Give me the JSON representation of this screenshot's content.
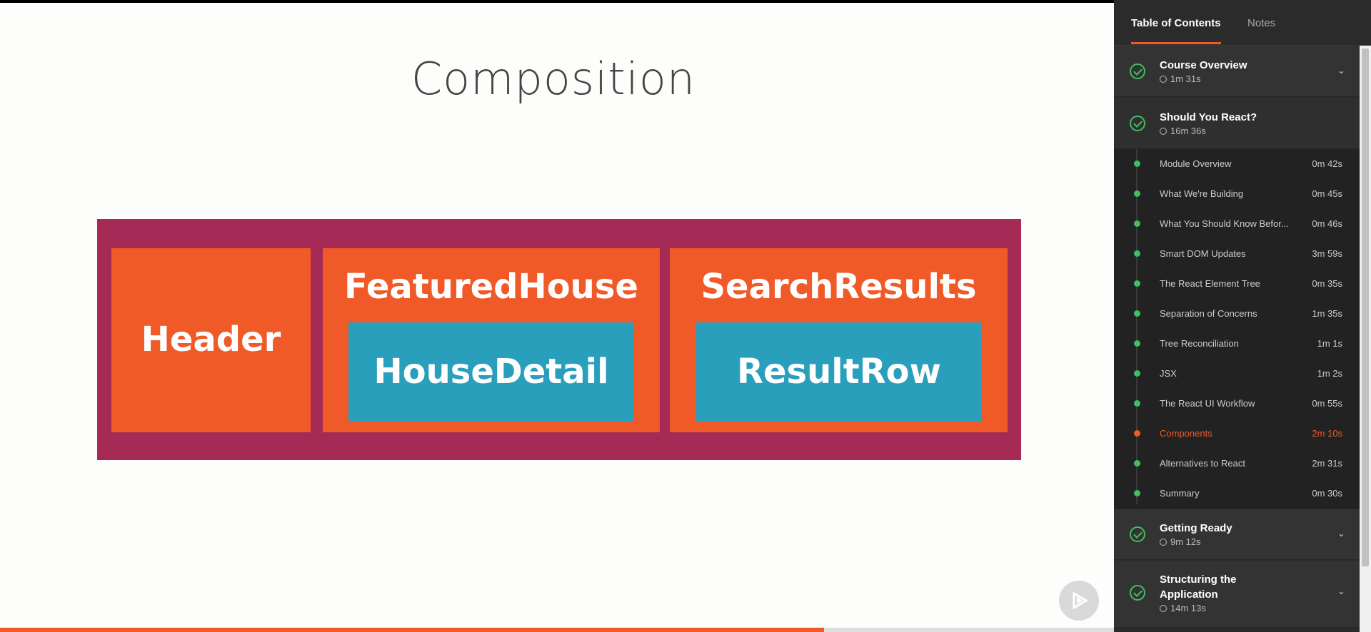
{
  "slide": {
    "title": "Composition",
    "diagram": {
      "header": "Header",
      "featured_house": "FeaturedHouse",
      "house_detail": "HouseDetail",
      "search_results": "SearchResults",
      "result_row": "ResultRow"
    },
    "colors": {
      "outer": "#a52a55",
      "component": "#f05a28",
      "child": "#2a9fbc"
    }
  },
  "progress": {
    "fraction": 0.74
  },
  "sidebar": {
    "tabs": {
      "toc": "Table of Contents",
      "notes": "Notes"
    },
    "modules": [
      {
        "title": "Course Overview",
        "duration": "1m 31s",
        "expanded": false
      },
      {
        "title": "Should You React?",
        "duration": "16m 36s",
        "expanded": true
      },
      {
        "title": "Getting Ready",
        "duration": "9m 12s",
        "expanded": false
      },
      {
        "title_line1": "Structuring the",
        "title_line2": "Application",
        "duration": "14m 13s",
        "expanded": false
      }
    ],
    "clips": [
      {
        "name": "Module Overview",
        "duration": "0m 42s"
      },
      {
        "name": "What We're Building",
        "duration": "0m 45s"
      },
      {
        "name": "What You Should Know Befor...",
        "duration": "0m 46s"
      },
      {
        "name": "Smart DOM Updates",
        "duration": "3m 59s"
      },
      {
        "name": "The React Element Tree",
        "duration": "0m 35s"
      },
      {
        "name": "Separation of Concerns",
        "duration": "1m 35s"
      },
      {
        "name": "Tree Reconciliation",
        "duration": "1m 1s"
      },
      {
        "name": "JSX",
        "duration": "1m 2s"
      },
      {
        "name": "The React UI Workflow",
        "duration": "0m 55s"
      },
      {
        "name": "Components",
        "duration": "2m 10s",
        "current": true
      },
      {
        "name": "Alternatives to React",
        "duration": "2m 31s"
      },
      {
        "name": "Summary",
        "duration": "0m 30s"
      }
    ],
    "accent_color": "#f05a28",
    "complete_color": "#3fbf5f"
  }
}
